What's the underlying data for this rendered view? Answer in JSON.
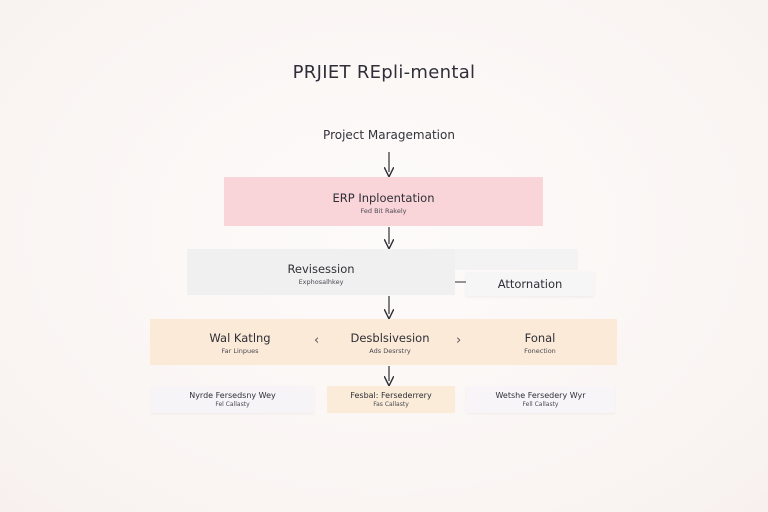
{
  "diagram": {
    "title": "PRJIET REpli-mental",
    "root": "Project Maragemation",
    "erp": {
      "label": "ERP Inploentation",
      "sub": "Fed Bit Rakely"
    },
    "revision": {
      "label": "Revisession",
      "sub": "Exphosalhkey"
    },
    "alternation": {
      "label": "Attornation"
    },
    "row": {
      "left": {
        "label": "Wal Katlng",
        "sub": "Far Linpues"
      },
      "middle": {
        "label": "Desblsivesion",
        "sub": "Ads Desrstry"
      },
      "right": {
        "label": "Fonal",
        "sub": "Fonection"
      }
    },
    "leaves": {
      "left": {
        "label": "Nyrde Fersedsny Wey",
        "sub": "Fel Callasty"
      },
      "middle": {
        "label": "Fesbal: Fersederrery",
        "sub": "Fas Callasty"
      },
      "right": {
        "label": "Wetshe Fersedery Wyr",
        "sub": "Fell Callasty"
      }
    }
  }
}
